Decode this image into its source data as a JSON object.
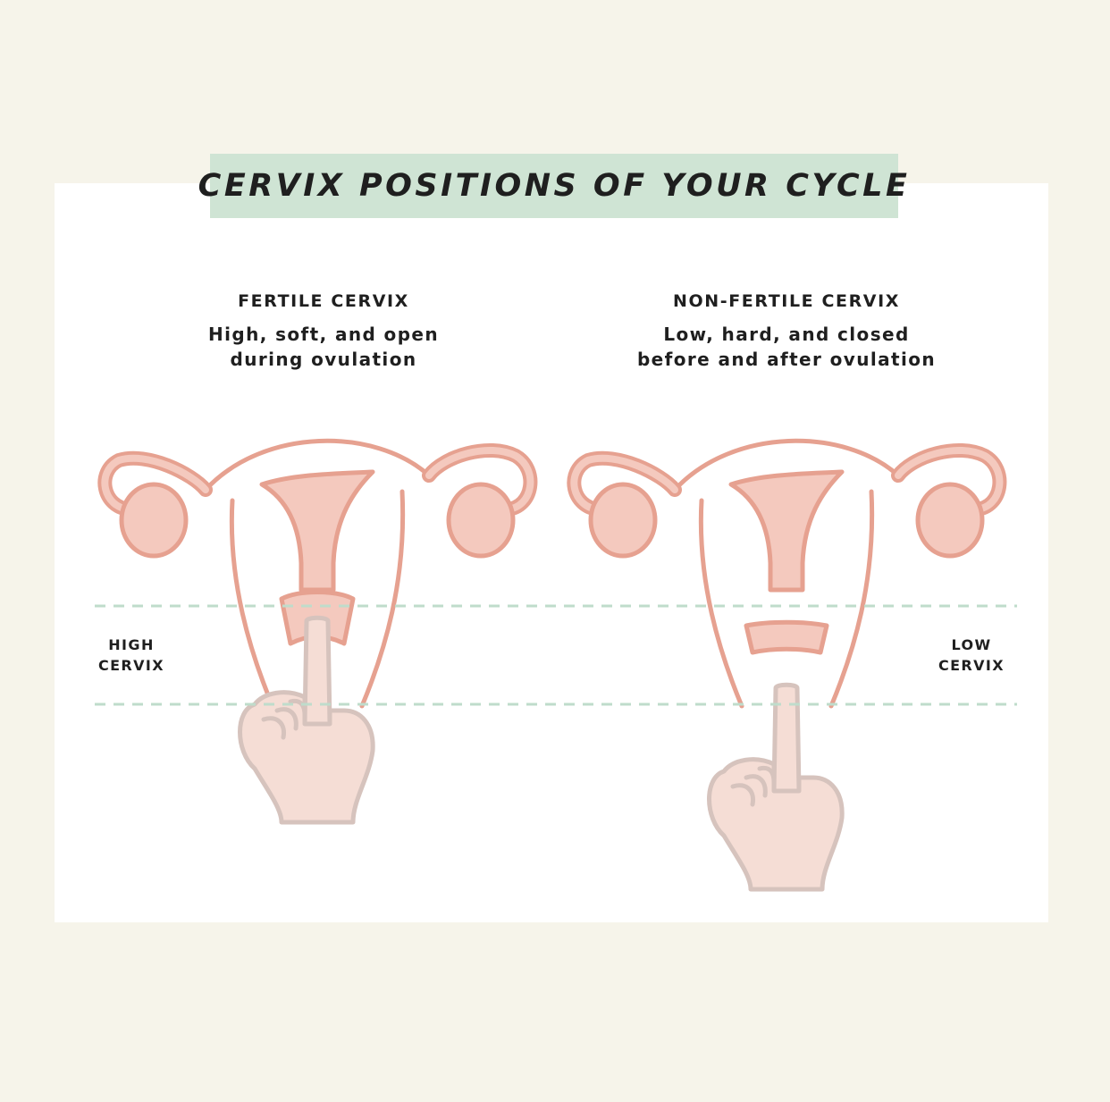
{
  "title": "CERVIX POSITIONS OF YOUR CYCLE",
  "fertile": {
    "heading": "FERTILE CERVIX",
    "line1": "High, soft, and open",
    "line2": "during ovulation"
  },
  "non_fertile": {
    "heading": "NON-FERTILE CERVIX",
    "line1": "Low, hard, and closed",
    "line2": "before and after ovulation"
  },
  "labels": {
    "high_line1": "HIGH",
    "high_line2": "CERVIX",
    "low_line1": "LOW",
    "low_line2": "CERVIX"
  },
  "colors": {
    "background": "#f6f4ea",
    "banner": "#cfe4d4",
    "uterus_stroke": "#e6a190",
    "uterus_fill": "#f4c9be",
    "hand_fill": "#f5ddd5",
    "hand_stroke": "#d6c3bd",
    "guide_line": "#bfdccb"
  }
}
